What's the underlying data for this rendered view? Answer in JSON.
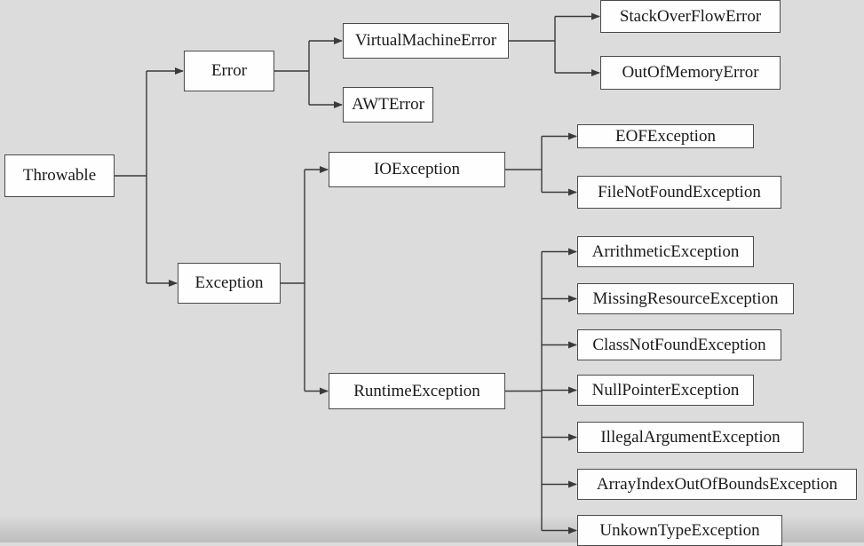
{
  "diagram": {
    "nodes": {
      "throwable": "Throwable",
      "error": "Error",
      "exception": "Exception",
      "virtual_machine_error": "VirtualMachineError",
      "awt_error": "AWTError",
      "stack_overflow_error": "StackOverFlowError",
      "out_of_memory_error": "OutOfMemoryError",
      "io_exception": "IOException",
      "runtime_exception": "RuntimeException",
      "eof_exception": "EOFException",
      "file_not_found_exception": "FileNotFoundException",
      "arithmetic_exception": "ArrithmeticException",
      "missing_resource_exception": "MissingResourceException",
      "class_not_found_exception": "ClassNotFoundException",
      "null_pointer_exception": "NullPointerException",
      "illegal_argument_exception": "IllegalArgumentException",
      "array_index_out_of_bounds_exception": "ArrayIndexOutOfBoundsException",
      "unknown_type_exception": "UnkownTypeException"
    },
    "edges": [
      [
        "throwable",
        "error"
      ],
      [
        "throwable",
        "exception"
      ],
      [
        "error",
        "virtual_machine_error"
      ],
      [
        "error",
        "awt_error"
      ],
      [
        "virtual_machine_error",
        "stack_overflow_error"
      ],
      [
        "virtual_machine_error",
        "out_of_memory_error"
      ],
      [
        "exception",
        "io_exception"
      ],
      [
        "exception",
        "runtime_exception"
      ],
      [
        "io_exception",
        "eof_exception"
      ],
      [
        "io_exception",
        "file_not_found_exception"
      ],
      [
        "runtime_exception",
        "arithmetic_exception"
      ],
      [
        "runtime_exception",
        "missing_resource_exception"
      ],
      [
        "runtime_exception",
        "class_not_found_exception"
      ],
      [
        "runtime_exception",
        "null_pointer_exception"
      ],
      [
        "runtime_exception",
        "illegal_argument_exception"
      ],
      [
        "runtime_exception",
        "array_index_out_of_bounds_exception"
      ],
      [
        "runtime_exception",
        "unknown_type_exception"
      ]
    ],
    "colors": {
      "background": "#dcdcdc",
      "box_fill": "#fefefe",
      "line": "#3a3a3a"
    }
  }
}
